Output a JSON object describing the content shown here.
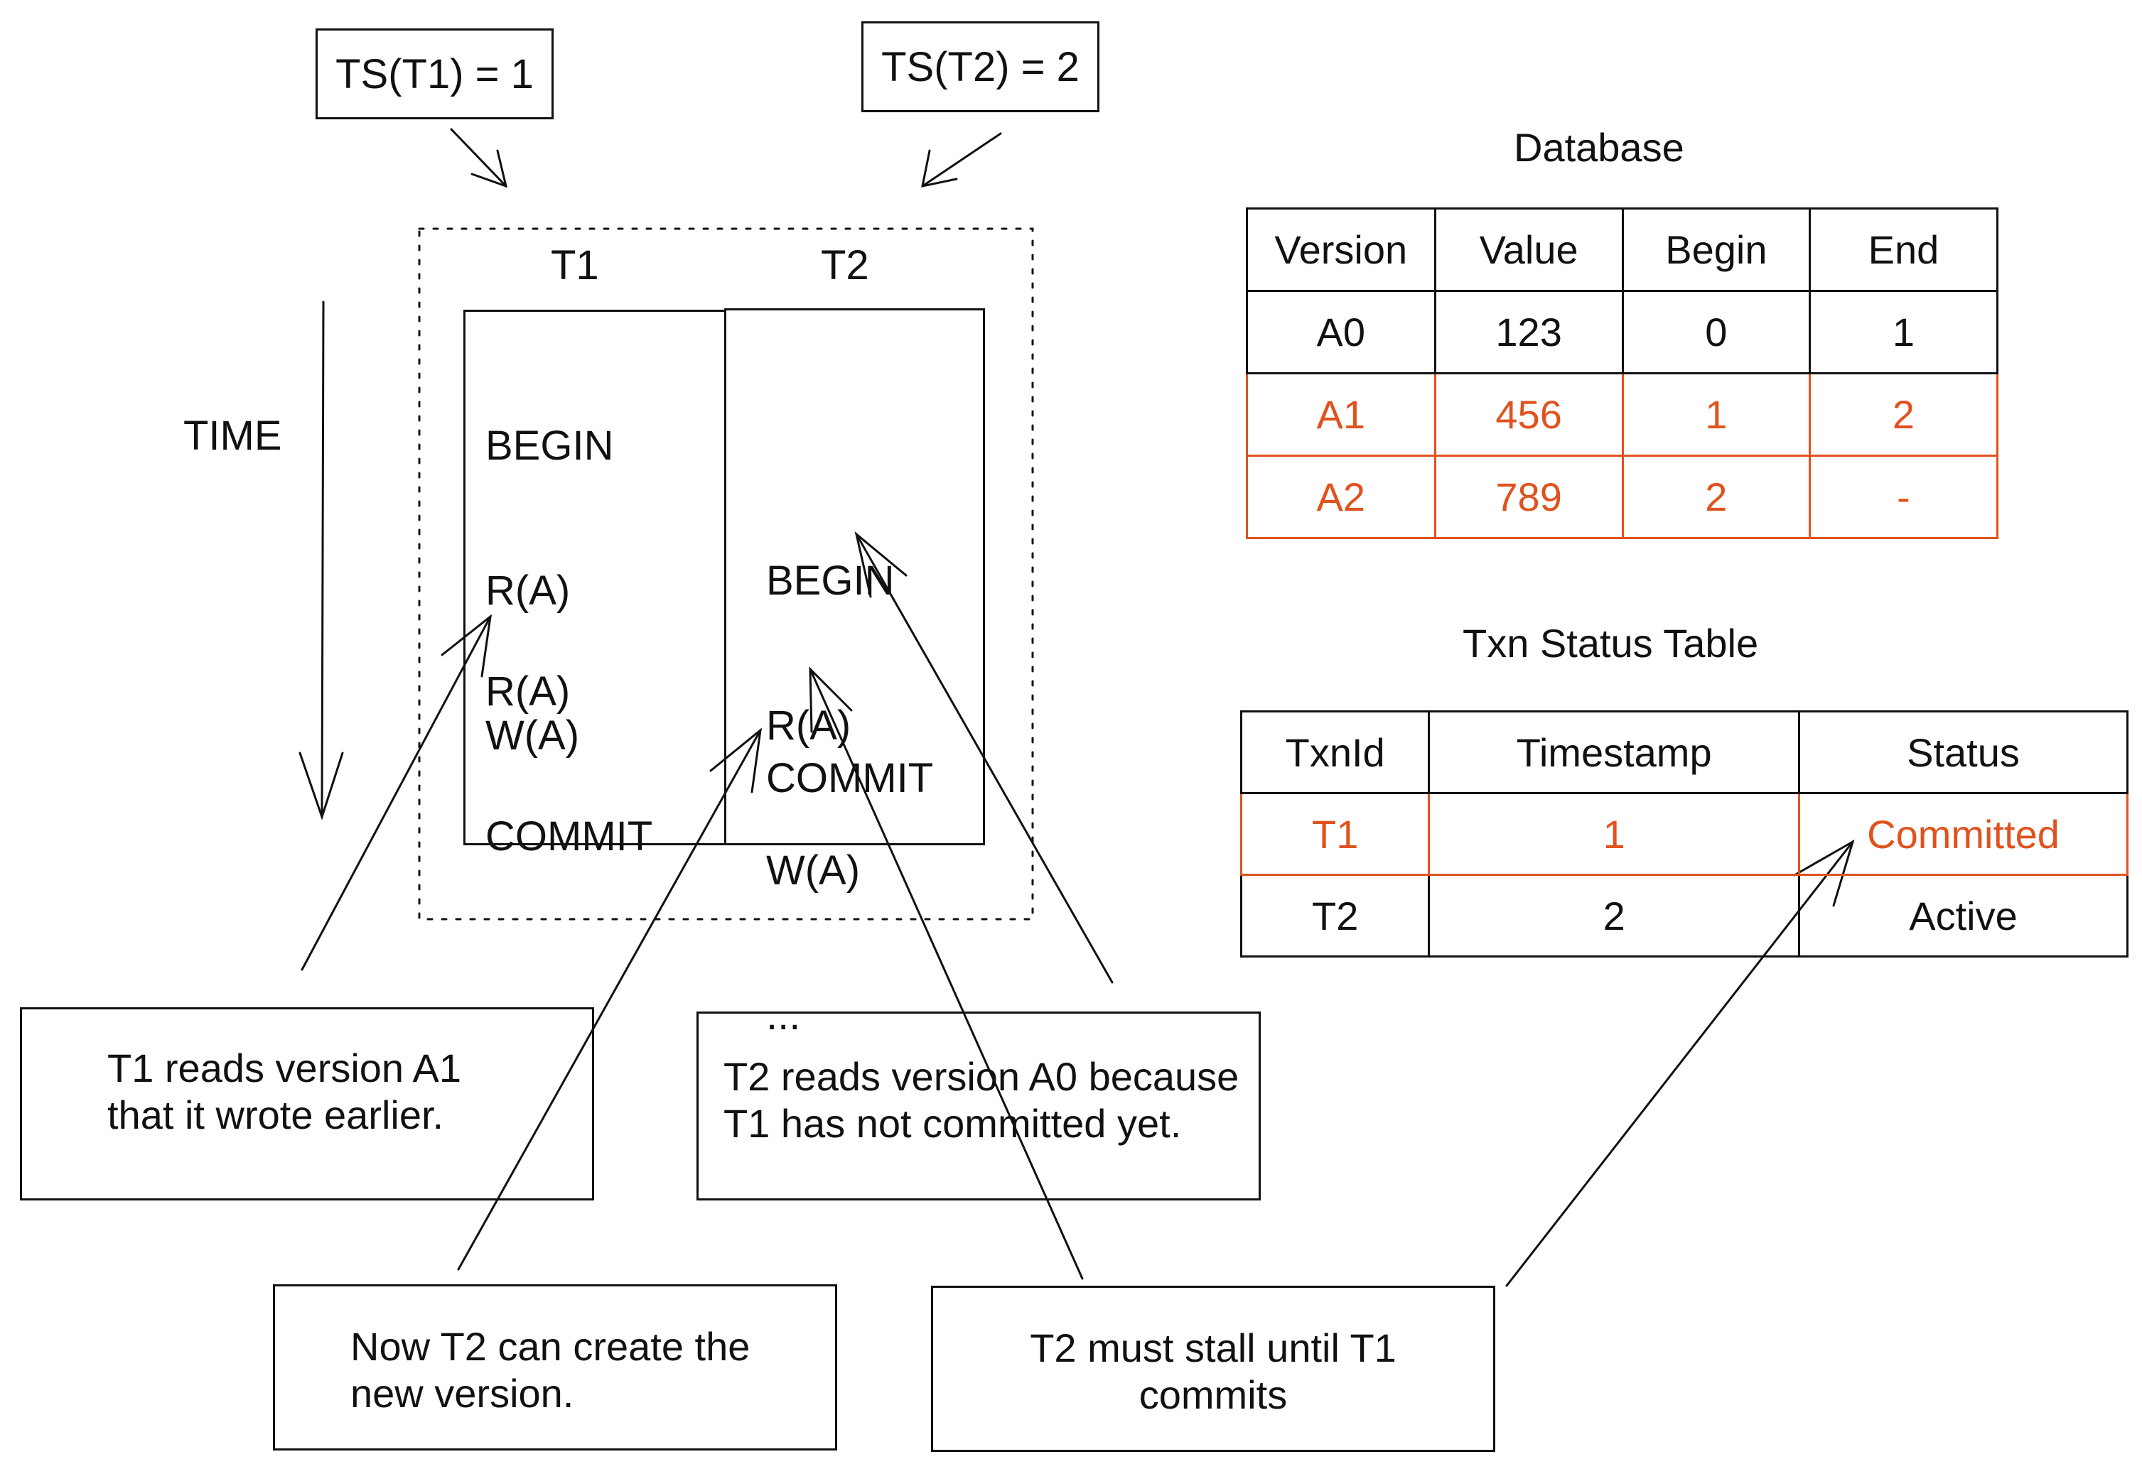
{
  "timestamps": {
    "t1": "TS(T1) = 1",
    "t2": "TS(T2) = 2"
  },
  "time_label": "TIME",
  "schedule": {
    "t1": {
      "header": "T1",
      "ops_top": [
        "BEGIN",
        "R(A)",
        "W(A)"
      ],
      "ops_bottom": [
        "R(A)",
        "COMMIT"
      ]
    },
    "t2": {
      "header": "T2",
      "ops_top": [
        "BEGIN",
        "R(A)",
        "W(A)",
        "..."
      ],
      "commit": "COMMIT"
    }
  },
  "notes": {
    "t1_reads": "T1 reads version A1\nthat it wrote earlier.",
    "t2_reads": "T2 reads version A0 because\nT1 has not committed yet.",
    "now_t2": "Now T2 can create the\nnew version.",
    "t2_stall": "T2 must stall until T1\ncommits"
  },
  "database": {
    "title": "Database",
    "headers": [
      "Version",
      "Value",
      "Begin",
      "End"
    ],
    "rows": [
      {
        "cells": [
          "A0",
          "123",
          "0",
          "1"
        ],
        "highlight": false
      },
      {
        "cells": [
          "A1",
          "456",
          "1",
          "2"
        ],
        "highlight": true
      },
      {
        "cells": [
          "A2",
          "789",
          "2",
          "-"
        ],
        "highlight": true
      }
    ]
  },
  "txn_status": {
    "title": "Txn Status Table",
    "headers": [
      "TxnId",
      "Timestamp",
      "Status"
    ],
    "rows": [
      {
        "cells": [
          "T1",
          "1",
          "Committed"
        ],
        "highlight": true
      },
      {
        "cells": [
          "T2",
          "2",
          "Active"
        ],
        "highlight": false
      }
    ]
  },
  "colors": {
    "ink": "#111111",
    "highlight": "#e0521e"
  }
}
